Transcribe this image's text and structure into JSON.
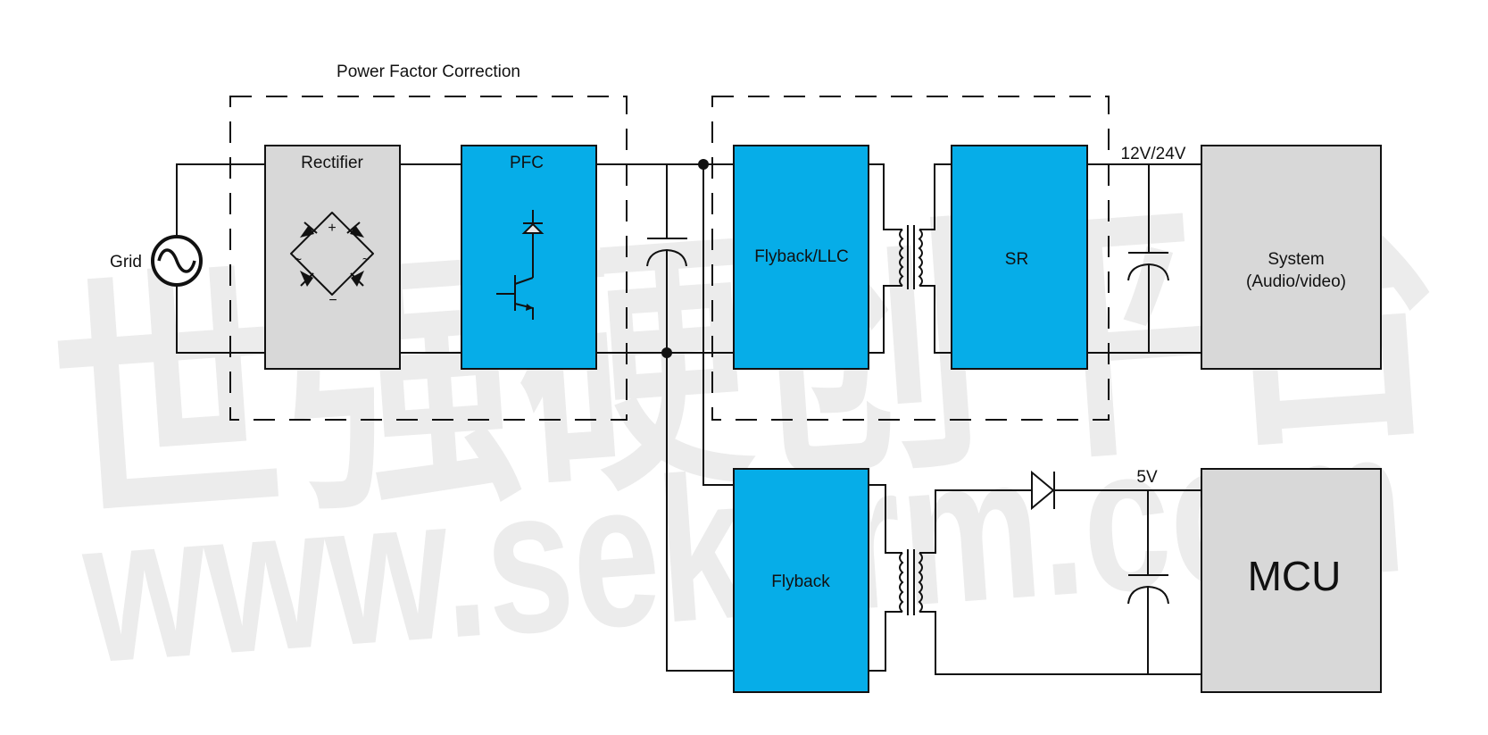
{
  "watermark": {
    "line1": "世强硬创平台",
    "line2": "www.sekorm.com"
  },
  "groups": {
    "pfc_group_label": "Power Factor Correction",
    "dcdc_group_label": ""
  },
  "source": {
    "label": "Grid"
  },
  "blocks": {
    "rectifier": "Rectifier",
    "pfc": "PFC",
    "flyback_llc": "Flyback/LLC",
    "sr": "SR",
    "system_line1": "System",
    "system_line2": "(Audio/video)",
    "flyback": "Flyback",
    "mcu": "MCU"
  },
  "rectifier_symbols": {
    "plus": "+",
    "minus": "−",
    "ac_left": "~",
    "ac_right": "~"
  },
  "rails": {
    "main_output": "12V/24V",
    "aux_output": "5V"
  },
  "colors": {
    "blue_block": "#06ade8",
    "gray_block": "#d8d8d8",
    "line": "#111111",
    "watermark": "#ececec"
  }
}
